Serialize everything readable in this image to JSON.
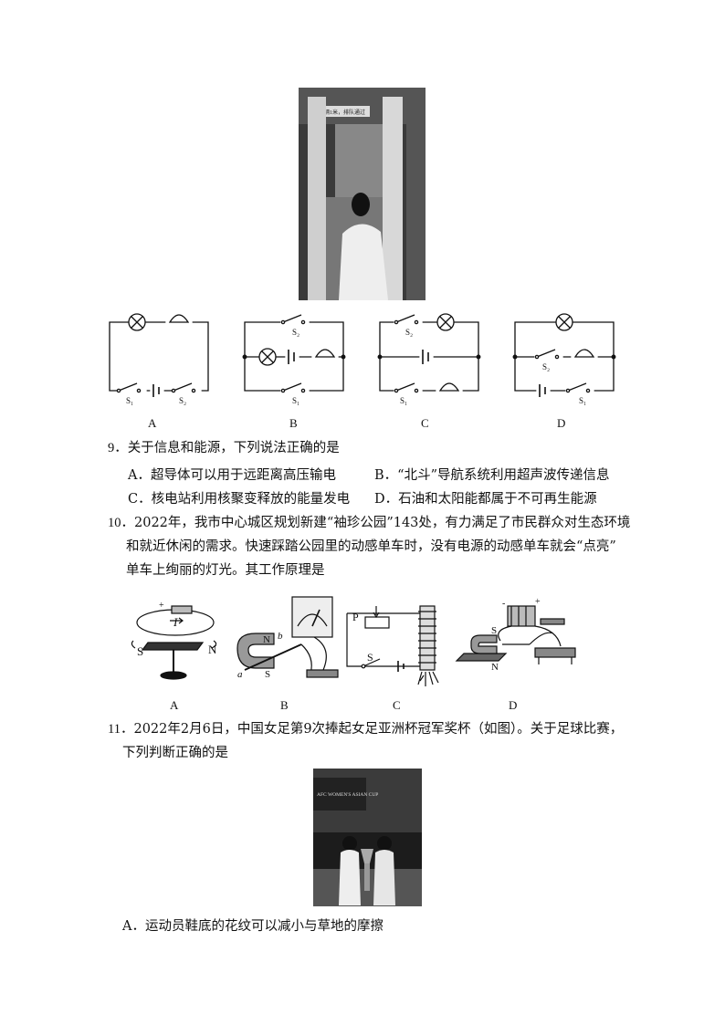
{
  "q8": {
    "circuit_labels": [
      "A",
      "B",
      "C",
      "D"
    ],
    "switch_labels": {
      "s1": "S₁",
      "s2": "S₂"
    }
  },
  "q9": {
    "number": "9",
    "stem": "关于信息和能源，下列说法正确的是",
    "options": [
      {
        "key": "A",
        "text": "A．超导体可以用于远距离高压输电"
      },
      {
        "key": "B",
        "text": "B．“北斗”导航系统利用超声波传递信息"
      },
      {
        "key": "C",
        "text": "C．核电站利用核聚变释放的能量发电"
      },
      {
        "key": "D",
        "text": "D．石油和太阳能都属于不可再生能源"
      }
    ]
  },
  "q10": {
    "number": "10",
    "line1": "2022年，我市中心城区规划新建“袖珍公园”143处，有力满足了市民群众对生态环境",
    "line2": "和就近休闲的需求。快速踩踏公园里的动感单车时，没有电源的动感单车就会“点亮”",
    "line3": "单车上绚丽的灯光。其工作原理是",
    "figure_labels": [
      "A",
      "B",
      "C",
      "D"
    ]
  },
  "q11": {
    "number": "11",
    "line1": "2022年2月6日，中国女足第9次捧起女足亚洲杯冠军奖杯（如图）。关于足球比赛，",
    "line2": "下列判断正确的是",
    "photo_banner": "AFC WOMEN'S ASIAN CUP",
    "optionA": "A．运动员鞋底的花纹可以减小与草地的摩擦"
  },
  "photo1_banner": "间隔1米，排队通过"
}
